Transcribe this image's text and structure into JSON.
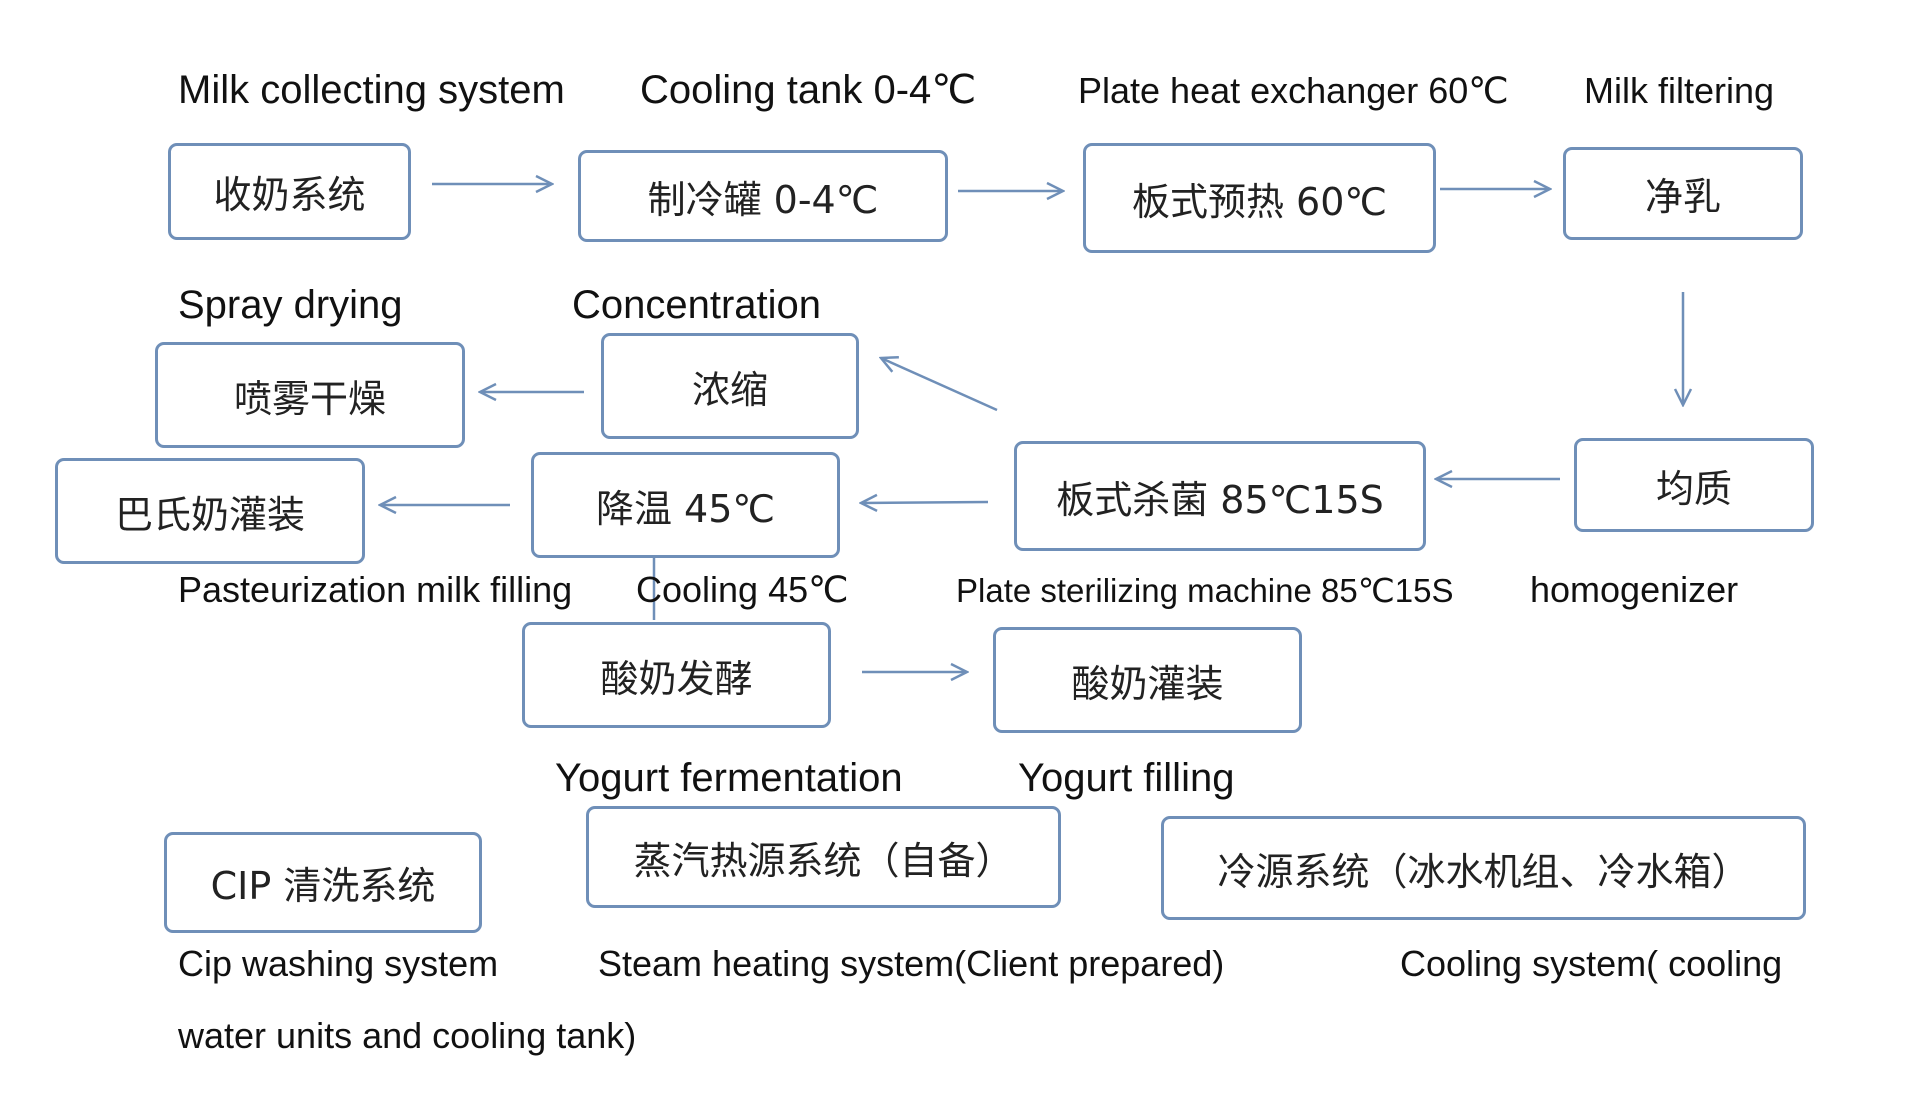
{
  "colors": {
    "box_border": "#6f8fb8",
    "arrow": "#6f8fb8",
    "text": "#111111"
  },
  "nodes": {
    "milk_collect": {
      "zh": "收奶系统",
      "en": "Milk collecting system"
    },
    "cooling_tank": {
      "zh": "制冷罐 0-4℃",
      "en": "Cooling tank 0-4℃"
    },
    "plate_preheat": {
      "zh": "板式预热 60℃",
      "en": "Plate heat exchanger 60℃"
    },
    "milk_filter": {
      "zh": "净乳",
      "en": "Milk filtering"
    },
    "homogenizer": {
      "zh": "均质",
      "en": "homogenizer"
    },
    "plate_sterilize": {
      "zh": "板式杀菌 85℃15S",
      "en": "Plate sterilizing machine 85℃15S"
    },
    "concentration": {
      "zh": "浓缩",
      "en": "Concentration"
    },
    "spray_drying": {
      "zh": "喷雾干燥",
      "en": "Spray drying"
    },
    "cooling_45": {
      "zh": "降温 45℃",
      "en": "Cooling 45℃"
    },
    "pasteur_filling": {
      "zh": "巴氏奶灌装",
      "en": "Pasteurization milk filling"
    },
    "yogurt_ferment": {
      "zh": "酸奶发酵",
      "en": "Yogurt fermentation"
    },
    "yogurt_filling": {
      "zh": "酸奶灌装",
      "en": "Yogurt filling"
    },
    "cip": {
      "zh": "CIP 清洗系统",
      "en": "Cip washing system"
    },
    "steam": {
      "zh": "蒸汽热源系统（自备）",
      "en": "Steam heating system(Client prepared)"
    },
    "cooling_source": {
      "zh": "冷源系统（冰水机组、冷水箱）",
      "en": "Cooling system( cooling",
      "en_continued": "water units and cooling tank)"
    }
  }
}
